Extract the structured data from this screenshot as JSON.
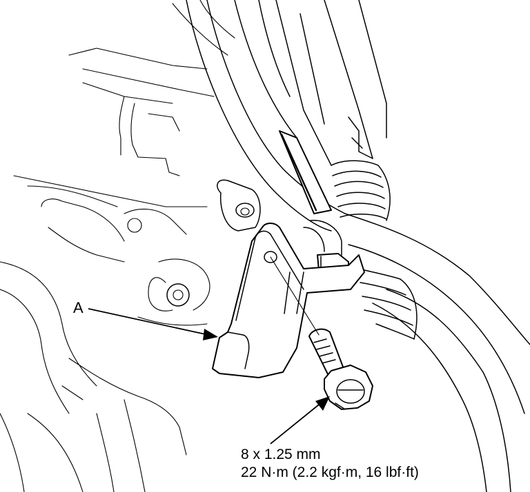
{
  "diagram": {
    "callouts": {
      "bracket": "A"
    },
    "fastener": {
      "size": "8 x 1.25 mm",
      "torque": "22 N·m (2.2 kgf·m, 16 lbf·ft)"
    }
  }
}
